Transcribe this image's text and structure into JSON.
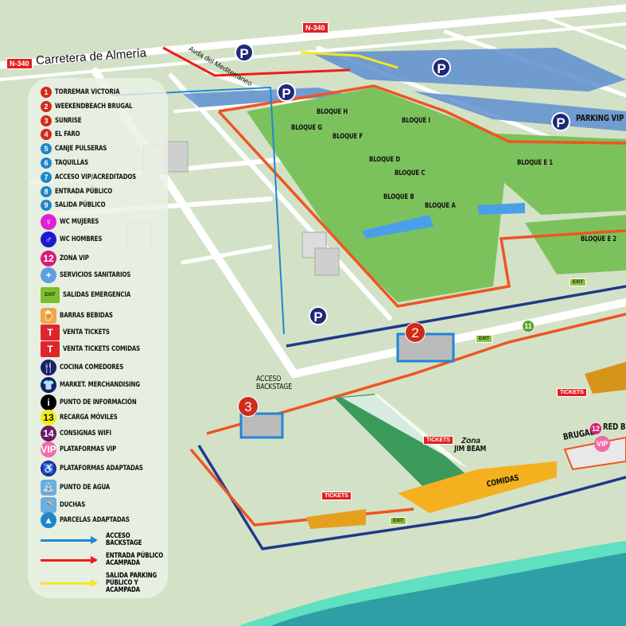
{
  "roads": {
    "highway_badge": "N-340",
    "highway_name": "Carretera de Almería",
    "avenue": "Avda del Mediterraneo"
  },
  "parking": {
    "symbol": "P",
    "vip_label": "PARKING VIP"
  },
  "blocks": [
    "BLOQUE H",
    "BLOQUE G",
    "BLOQUE F",
    "BLOQUE I",
    "BLOQUE D",
    "BLOQUE C",
    "BLOQUE B",
    "BLOQUE A",
    "BLOQUE E 1",
    "BLOQUE E 2"
  ],
  "map_labels": {
    "backstage": "ACCESO BACKSTAGE",
    "zona": "Zona",
    "jim_beam": "JIM BEAM",
    "comidas": "COMIDAS",
    "brugal": "BRUGAL",
    "red_bull": "RED BU",
    "vip": "VIP",
    "tickets": "TICKETS",
    "exit": "EXIT",
    "stage2": "2",
    "stage3": "3",
    "point11": "11",
    "zone12": "12"
  },
  "legend": [
    {
      "icon": "1",
      "color": "#d12a1a",
      "label": "TORREMAR VICTORIA"
    },
    {
      "icon": "2",
      "color": "#d12a1a",
      "label": "WEEKENDBEACH BRUGAL"
    },
    {
      "icon": "3",
      "color": "#d12a1a",
      "label": "SUNRISE"
    },
    {
      "icon": "4",
      "color": "#d12a1a",
      "label": "EL FARO"
    },
    {
      "icon": "5",
      "color": "#1f86c8",
      "label": "CANJE PULSERAS"
    },
    {
      "icon": "6",
      "color": "#1f86c8",
      "label": "TAQUILLAS"
    },
    {
      "icon": "7",
      "color": "#1f86c8",
      "label": "ACCESO VIP/ACREDITADOS"
    },
    {
      "icon": "8",
      "color": "#1f86c8",
      "label": "ENTRADA PÚBLICO"
    },
    {
      "icon": "9",
      "color": "#1f86c8",
      "label": "SALIDA PÚBLICO"
    },
    {
      "icon": "♀",
      "color": "#e020d8",
      "label": "WC MUJERES"
    },
    {
      "icon": "♂",
      "color": "#1a1ad0",
      "label": "WC HOMBRES"
    },
    {
      "icon": "12",
      "color": "#d81b78",
      "label": "ZONA VIP"
    },
    {
      "icon": "+",
      "color": "#5d9fe0",
      "label": "SERVICIOS SANITARIOS"
    },
    {
      "icon": "EXIT",
      "color": "#7cbf2a",
      "label": "SALIDAS EMERGENCIA"
    },
    {
      "icon": "🍺",
      "color": "#f3a54a",
      "label": "BARRAS BEBIDAS"
    },
    {
      "icon": "T",
      "color": "#e0242c",
      "label": "VENTA TICKETS"
    },
    {
      "icon": "T",
      "color": "#e0242c",
      "label": "VENTA TICKETS COMIDAS"
    },
    {
      "icon": "🍴",
      "color": "#16206e",
      "label": "COCINA COMEDORES"
    },
    {
      "icon": "👕",
      "color": "#16206e",
      "label": "MARKET. MERCHANDISING"
    },
    {
      "icon": "i",
      "color": "#000000",
      "label": "PUNTO DE INFORMACIÓN"
    },
    {
      "icon": "13",
      "color": "#f5ee10",
      "label": "RECARGA MÓVILES"
    },
    {
      "icon": "14",
      "color": "#6a1a6a",
      "label": "CONSIGNAS WIFI"
    },
    {
      "icon": "VIP",
      "color": "#f06aa8",
      "label": "PLATAFORMAS VIP"
    },
    {
      "icon": "♿",
      "color": "#1f2a9a",
      "label": "PLATAFORMAS ADAPTADAS"
    },
    {
      "icon": "⛲",
      "color": "#6aaee0",
      "label": "PUNTO DE AGUA"
    },
    {
      "icon": "🚿",
      "color": "#6aaee0",
      "label": "DUCHAS"
    },
    {
      "icon": "▲",
      "color": "#1f86c8",
      "label": "PARCELAS ADAPTADAS"
    }
  ],
  "routes": [
    {
      "color": "#1f86d8",
      "label": "ACCESO BACKSTAGE"
    },
    {
      "color": "#ee1c1c",
      "label": "ENTRADA PÚBLICO ACAMPADA"
    },
    {
      "color": "#f5e81a",
      "label": "SALIDA PARKING PÚBLICO Y ACAMPADA"
    }
  ]
}
